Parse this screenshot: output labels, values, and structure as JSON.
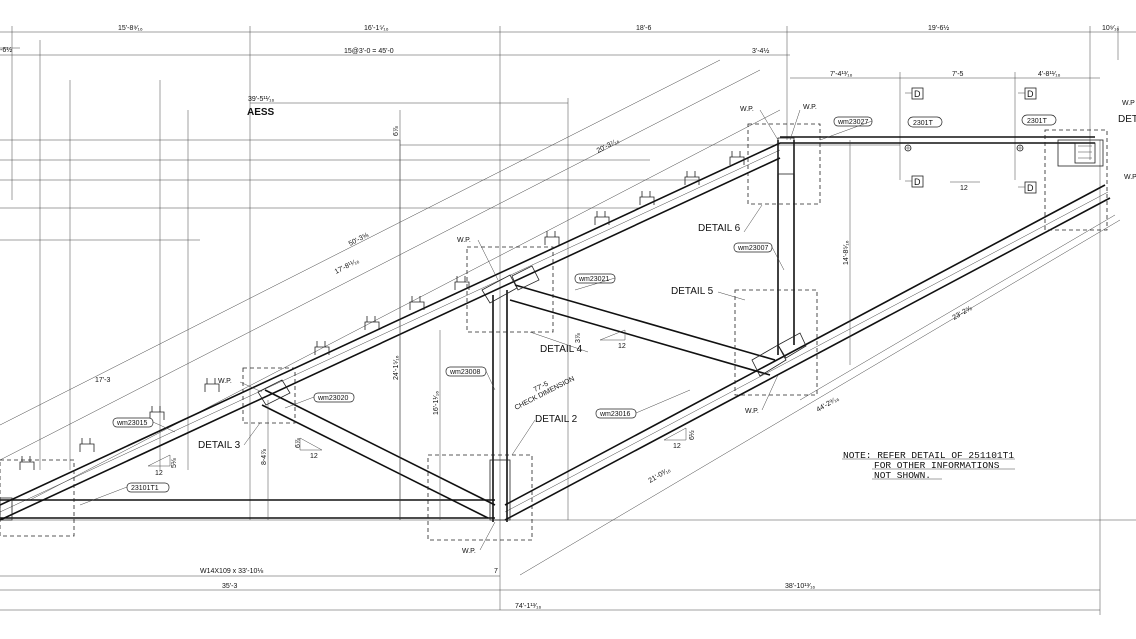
{
  "dimensions_top": [
    "15'-8⁹⁄₁₆",
    "16'-1⁵⁄₁₆",
    "18'-6",
    "19'-6½",
    "10⁹⁄₁₆"
  ],
  "dimension_left_small": "-6½",
  "dimension_spacing": "15@3'-0 = 45'-0",
  "dimension_3_4": "3'-4½",
  "dimension_aess": "39'-5¹¹⁄₁₆",
  "aess_label": "AESS",
  "dims_right_top": [
    "7'-4¹³⁄₁₆",
    "7'-5",
    "4'-8¹¹⁄₁₆"
  ],
  "dims_diagonal": [
    "20'-3⁷⁄₁₆",
    "50'-3⅝",
    "17'-8¹¹⁄₁₆",
    "17'-3",
    "23'-2⅝",
    "44'-2⁹⁄₁₆",
    "21'-0³⁄₁₆"
  ],
  "dims_vertical": [
    "6⅞",
    "14'-8⁵⁄₁₆",
    "24'-1⁵⁄₁₆",
    "16'-1¹⁄₁₆",
    "8-4⅞",
    "6⅞",
    "3⅞"
  ],
  "check_dimension": {
    "value": "77'-5",
    "label": "CHECK DIMENSION"
  },
  "details": [
    "DETAIL 6",
    "DETAIL 5",
    "DETAIL 4",
    "DETAIL 3",
    "DETAIL 2"
  ],
  "wp_label": "W.P.",
  "wp_partial": "W.P",
  "det_partial": "DET",
  "section_marker": "D",
  "member_tags": [
    "wm23027",
    "wm23007",
    "wm23021",
    "wm23020",
    "wm23008",
    "wm23016",
    "wm23015",
    "23101T1"
  ],
  "bubble_tags": [
    "2301T",
    "2301T"
  ],
  "slope_labels": {
    "rise_a": "5⅛",
    "run": "12",
    "rise_b": "6½"
  },
  "small_run": "12",
  "bottom_member": "W14X109 x 33'-10⅛",
  "dims_bottom": [
    "35'-3",
    "38'-10¹³⁄₁₆",
    "74'-1¹³⁄₁₆"
  ],
  "dim_seven": "7",
  "note": {
    "line1": "NOTE: REFER DETAIL OF 251101T1",
    "line2": "FOR OTHER INFORMATIONS",
    "line3": "NOT SHOWN."
  }
}
